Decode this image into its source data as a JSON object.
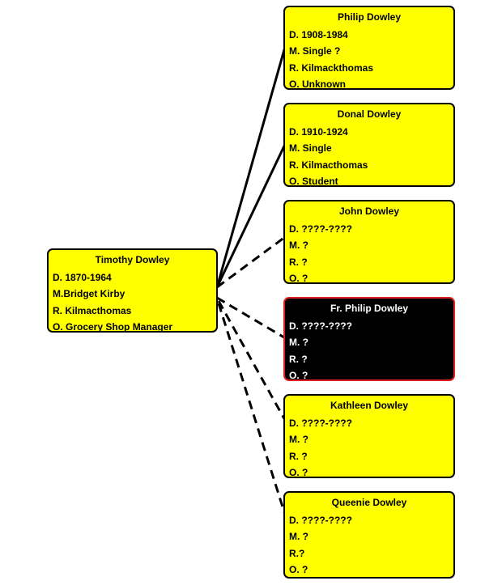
{
  "theme": {
    "box_fill": "#ffff00",
    "box_border": "#000000",
    "text_color": "#000000",
    "highlight_fill": "#000000",
    "highlight_border": "#e02020",
    "highlight_text": "#ffffff",
    "connector_color": "#000000"
  },
  "root": {
    "name": "Timothy Dowley",
    "fields": [
      "D. 1870-1964",
      "M.Bridget Kirby",
      "R. Kilmacthomas",
      "O. Grocery Shop Manager"
    ]
  },
  "children": [
    {
      "name": "Philip Dowley",
      "fields": [
        "D. 1908-1984",
        "M. Single ?",
        "R. Kilmackthomas",
        "O. Unknown"
      ],
      "connector": "solid",
      "highlighted": false
    },
    {
      "name": "Donal Dowley",
      "fields": [
        "D. 1910-1924",
        "M. Single",
        "R. Kilmacthomas",
        "O. Student"
      ],
      "connector": "solid",
      "highlighted": false
    },
    {
      "name": "John Dowley",
      "fields": [
        "D. ????-????",
        "M. ?",
        "R. ?",
        "O. ?"
      ],
      "connector": "dashed",
      "highlighted": false
    },
    {
      "name": "Fr. Philip Dowley",
      "fields": [
        "D.  ????-????",
        "M. ?",
        "R. ?",
        "O. ?"
      ],
      "connector": "dashed",
      "highlighted": true
    },
    {
      "name": "Kathleen Dowley",
      "fields": [
        "D. ????-????",
        "M. ?",
        "R. ?",
        "O. ?"
      ],
      "connector": "dashed",
      "highlighted": false
    },
    {
      "name": "Queenie Dowley",
      "fields": [
        "D. ????-????",
        "M. ?",
        "R.?",
        "O. ?"
      ],
      "connector": "dashed",
      "highlighted": false
    }
  ]
}
